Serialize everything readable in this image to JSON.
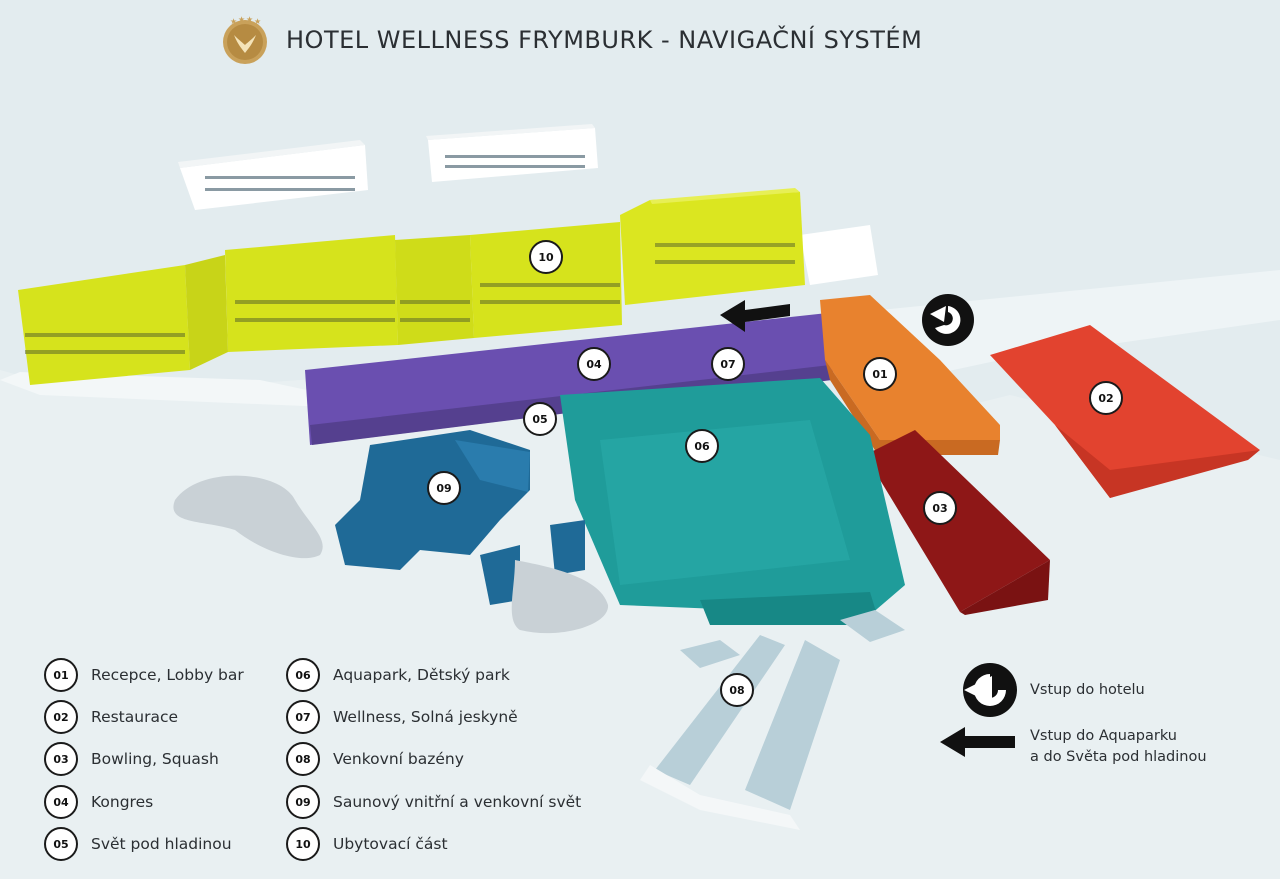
{
  "header": {
    "title": "HOTEL WELLNESS FRYMBURK - NAVIGAČNÍ SYSTÉM",
    "logo_icon": "hotel-wings-logo-icon",
    "stars": 4
  },
  "map": {
    "markers": [
      {
        "id": "01",
        "label": "01"
      },
      {
        "id": "02",
        "label": "02"
      },
      {
        "id": "03",
        "label": "03"
      },
      {
        "id": "04",
        "label": "04"
      },
      {
        "id": "05",
        "label": "05"
      },
      {
        "id": "06",
        "label": "06"
      },
      {
        "id": "07",
        "label": "07"
      },
      {
        "id": "08",
        "label": "08"
      },
      {
        "id": "09",
        "label": "09"
      },
      {
        "id": "10",
        "label": "10"
      }
    ],
    "colors": {
      "lodging": "#d6e31c",
      "congress": "#6a4fb0",
      "reception": "#e8822e",
      "restaurant": "#e2432f",
      "bowling": "#8e1717",
      "aquapark": "#1f9c9a",
      "sauna": "#1f6a97",
      "pools": "#b8cfd8"
    }
  },
  "legend": {
    "items": [
      {
        "num": "01",
        "label": "Recepce, Lobby bar"
      },
      {
        "num": "02",
        "label": "Restaurace"
      },
      {
        "num": "03",
        "label": "Bowling, Squash"
      },
      {
        "num": "04",
        "label": "Kongres"
      },
      {
        "num": "05",
        "label": "Svět pod hladinou"
      },
      {
        "num": "06",
        "label": "Aquapark, Dětský park"
      },
      {
        "num": "07",
        "label": "Wellness, Solná jeskyně"
      },
      {
        "num": "08",
        "label": "Venkovní bazény"
      },
      {
        "num": "09",
        "label": "Saunový vnitřní a venkovní svět"
      },
      {
        "num": "10",
        "label": "Ubytovací část"
      }
    ]
  },
  "entrances": {
    "hotel": {
      "label": "Vstup do hotelu",
      "icon": "curved-arrow-circle-icon"
    },
    "aquapark": {
      "line1": "Vstup do Aquaparku",
      "line2": "a do Světa pod hladinou",
      "icon": "left-arrow-icon"
    }
  }
}
